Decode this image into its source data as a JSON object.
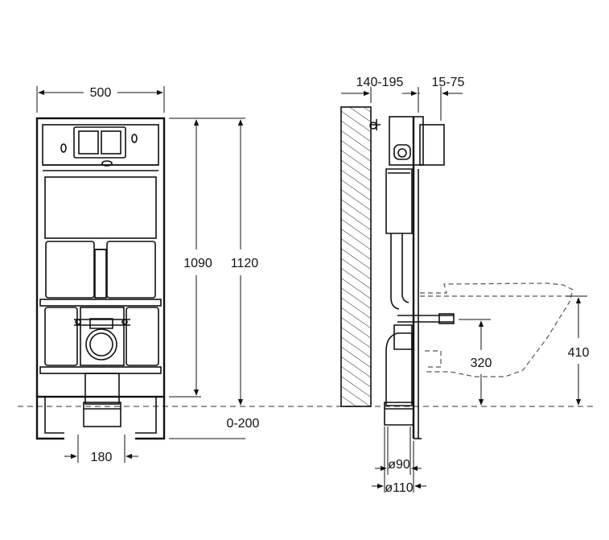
{
  "dimensions": {
    "frame_width": "500",
    "height_1090": "1090",
    "height_1120": "1120",
    "floor_adjust": "0-200",
    "outlet_offset": "180",
    "wall_distance": "140-195",
    "depth_adjust": "15-75",
    "pipe_height": "320",
    "bowl_height": "410",
    "pipe_90": "ø90",
    "pipe_110": "ø110"
  }
}
